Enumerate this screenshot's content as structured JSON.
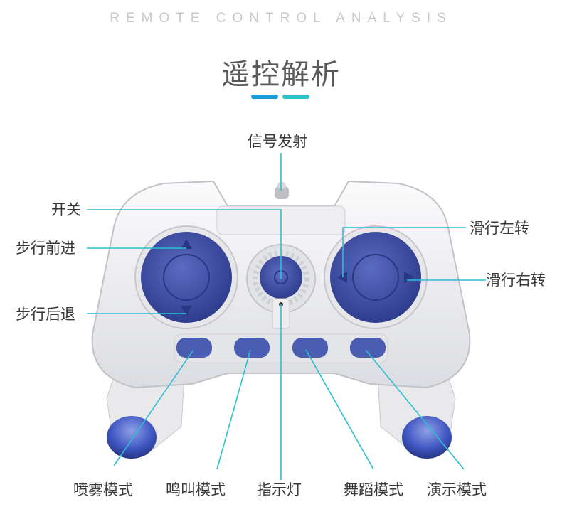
{
  "header": {
    "eyebrow": "REMOTE CONTROL ANALYSIS",
    "title": "遥控解析"
  },
  "colors": {
    "accent_primary": "#1a9ad6",
    "accent_secondary": "#27c5cc",
    "leader_line": "#2bbfd0",
    "stick_blue": "#3f4fa6",
    "button_blue": "#4a5db0",
    "body_white": "#f2f2f4"
  },
  "callouts": {
    "signal": "信号发射",
    "power": "开关",
    "walk_forward": "步行前进",
    "walk_backward": "步行后退",
    "slide_left": "滑行左转",
    "slide_right": "滑行右转",
    "spray_mode": "喷雾模式",
    "howl_mode": "鸣叫模式",
    "indicator": "指示灯",
    "dance_mode": "舞蹈模式",
    "demo_mode": "演示模式"
  }
}
